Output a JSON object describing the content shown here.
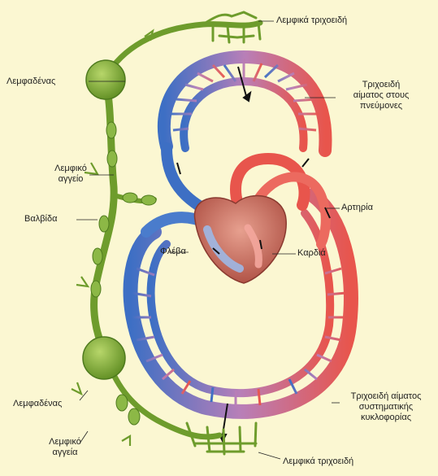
{
  "labels": {
    "lymph_capillaries_top": "Λεμφικά τριχοειδή",
    "lung_capillaries": "Τριχοειδή\nαίματος στους\nπνεύμονες",
    "lymph_node_top": "Λεμφαδένας",
    "lymph_vessel_upper": "Λεμφικό\nαγγείο",
    "valve": "Βαλβίδα",
    "artery": "Αρτηρία",
    "vein": "Φλέβα",
    "heart": "Καρδιά",
    "systemic_capillaries": "Τριχοειδή αίματος\nσυστηματικής\nκυκλοφορίας",
    "lymph_node_bottom": "Λεμφαδένας",
    "lymph_vessel_lower": "Λεμφικό\nαγγεία",
    "lymph_capillaries_bottom": "Λεμφικά τριχοειδή"
  },
  "colors": {
    "background": "#fbf7d2",
    "artery_red": "#e8554c",
    "artery_light": "#f3a69c",
    "vein_blue": "#3d6fc4",
    "vein_light": "#9db8e6",
    "capillary_purple": "#b87fb8",
    "lymph_green": "#7aa83a",
    "lymph_dark": "#4e7a1e",
    "heart_brown": "#b8574a"
  }
}
